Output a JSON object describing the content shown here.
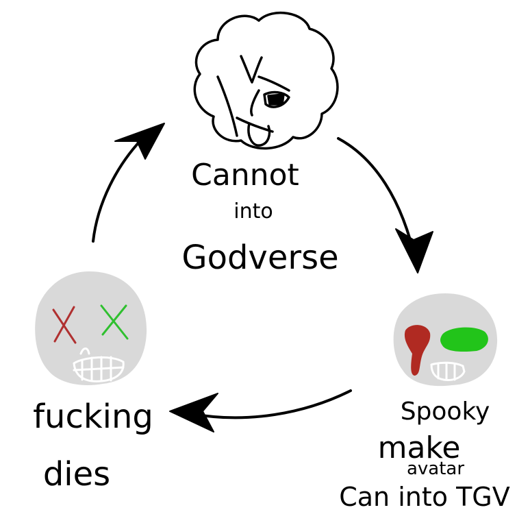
{
  "top_node": {
    "lines": [
      "Cannot",
      "into",
      "Godverse"
    ]
  },
  "right_node": {
    "lines": [
      "Spooky",
      "make",
      "avatar",
      "Can into TGV"
    ]
  },
  "left_node": {
    "lines": [
      "fucking",
      "dies"
    ]
  },
  "colors": {
    "skull_fill": "#d9d9d9",
    "eye_x_left": "#b03030",
    "eye_x_right": "#2fc02f",
    "blood": "#b02a22",
    "green_eye": "#22c41a",
    "ink": "#000000"
  }
}
